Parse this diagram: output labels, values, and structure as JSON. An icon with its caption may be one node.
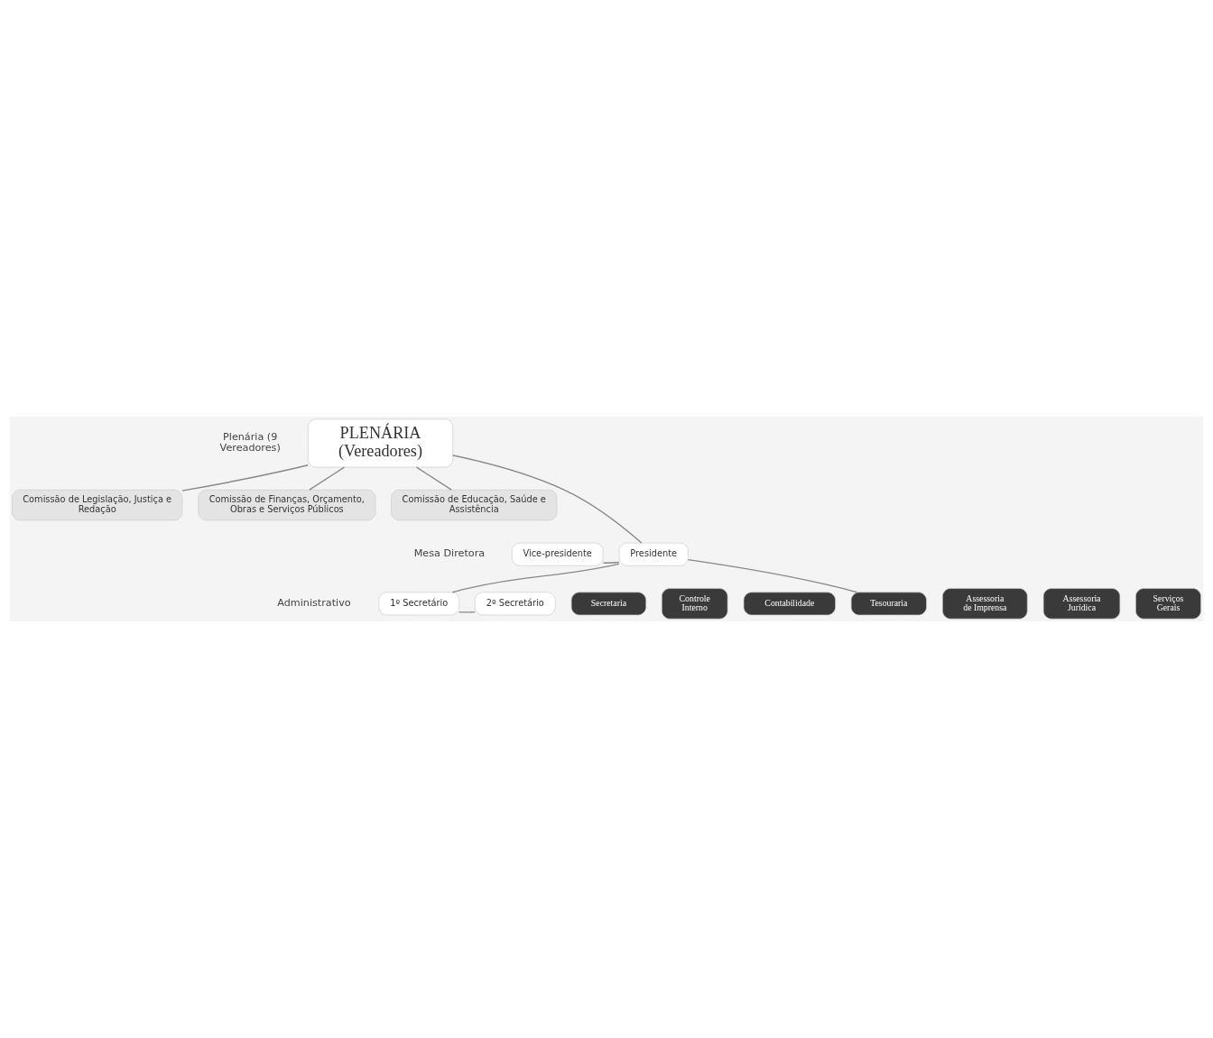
{
  "diagram": {
    "nodes": [
      {
        "text": [
          "PLENÁRIA (Vereadores)"
        ]
      },
      {
        "text": [
          "Comissão de Legislação, Justiça e Redação"
        ]
      },
      {
        "text": [
          "Comissão de Finanças, Orçamento, Obras e Serviços Públicos"
        ]
      },
      {
        "text": [
          "Comissão de Educação, Saúde e Assistência"
        ]
      },
      {
        "text": [
          "Vice-presidente"
        ]
      },
      {
        "text": [
          "Presidente"
        ]
      },
      {
        "text": [
          "1º Secretário"
        ]
      },
      {
        "text": [
          "2º Secretário"
        ]
      },
      {
        "text": [
          "Secretaria"
        ]
      },
      {
        "text": [
          "Controle Interno"
        ]
      },
      {
        "text": [
          "Contabilidade"
        ]
      },
      {
        "text": [
          "Tesouraria"
        ]
      },
      {
        "text": [
          "Assessoria de Imprensa"
        ]
      },
      {
        "text": [
          "Assessoria Jurídica"
        ]
      },
      {
        "text": [
          "Serviços Gerais"
        ]
      }
    ],
    "edges": [
      {
        "from": 0,
        "to": 1,
        "arrow": "none"
      },
      {
        "from": 0,
        "to": 2,
        "arrow": "none"
      },
      {
        "from": 0,
        "to": 3,
        "arrow": "none"
      },
      {
        "from": 0,
        "to": 5,
        "arrow": "none"
      },
      {
        "from": 4,
        "to": 5,
        "arrow": "none"
      },
      {
        "from": 5,
        "to": 6,
        "arrow": "none"
      },
      {
        "from": 6,
        "to": 7,
        "arrow": "none"
      },
      {
        "from": 5,
        "to": 11,
        "arrow": "none"
      }
    ],
    "labels": [
      "Plenária (9 Vereadores)",
      "Mesa Diretora",
      "Administrativo"
    ]
  }
}
